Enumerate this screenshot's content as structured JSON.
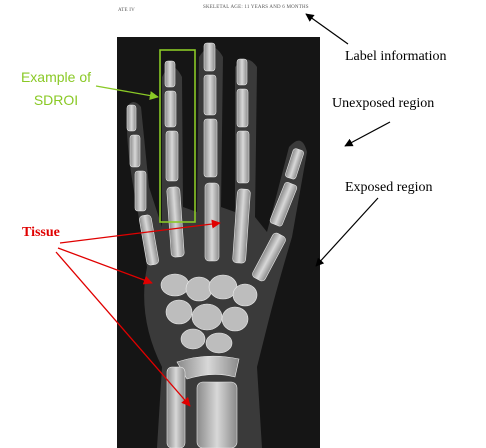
{
  "header": {
    "plate_id": "ATE IV",
    "plate_title": "SKELETAL AGE: 11 YEARS AND 6 MONTHS"
  },
  "annotations": {
    "label_information": "Label information",
    "unexposed_region": "Unexposed region",
    "exposed_region": "Exposed region",
    "sdroi_line1": "Example of",
    "sdroi_line2": "SDROI",
    "tissue": "Tissue"
  },
  "colors": {
    "sdroi_box": "#8ac926",
    "tissue_arrows": "#e00000",
    "black_arrows": "#000000",
    "film_background": "#151515"
  }
}
